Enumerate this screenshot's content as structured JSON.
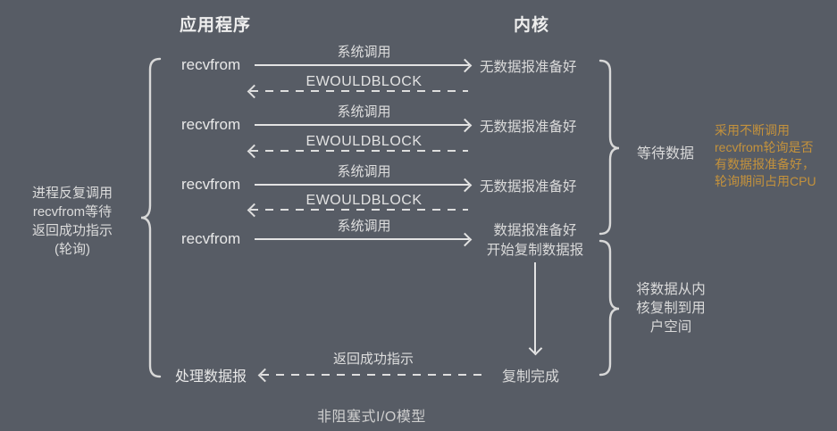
{
  "colors": {
    "background": "#575c65",
    "text": "#e4e4e4",
    "line": "#e3e3e3",
    "annotation_orange": "#c4923c"
  },
  "headers": {
    "application": "应用程序",
    "kernel": "内核"
  },
  "exchanges": [
    {
      "caller": "recvfrom",
      "call": "系统调用",
      "result": "无数据报准备好",
      "return": "EWOULDBLOCK"
    },
    {
      "caller": "recvfrom",
      "call": "系统调用",
      "result": "无数据报准备好",
      "return": "EWOULDBLOCK"
    },
    {
      "caller": "recvfrom",
      "call": "系统调用",
      "result": "无数据报准备好",
      "return": "EWOULDBLOCK"
    },
    {
      "caller": "recvfrom",
      "call": "系统调用",
      "result_line1": "数据报准备好",
      "result_line2": "开始复制数据报"
    }
  ],
  "copy_flow": {
    "complete": "复制完成",
    "return_label": "返回成功指示",
    "process": "处理数据报"
  },
  "left_note": {
    "line1": "进程反复调用",
    "line2": "recvfrom等待",
    "line3": "返回成功指示",
    "line4": "(轮询)"
  },
  "right_brace_wait": {
    "label": "等待数据"
  },
  "right_brace_copy": {
    "line1": "将数据从内",
    "line2": "核复制到用",
    "line3": "户空间"
  },
  "orange_note": {
    "line1": "采用不断调用",
    "line2": "recvfrom轮询是否",
    "line3": "有数据报准备好，",
    "line4": "轮询期间占用CPU"
  },
  "caption": "非阻塞式I/O模型"
}
